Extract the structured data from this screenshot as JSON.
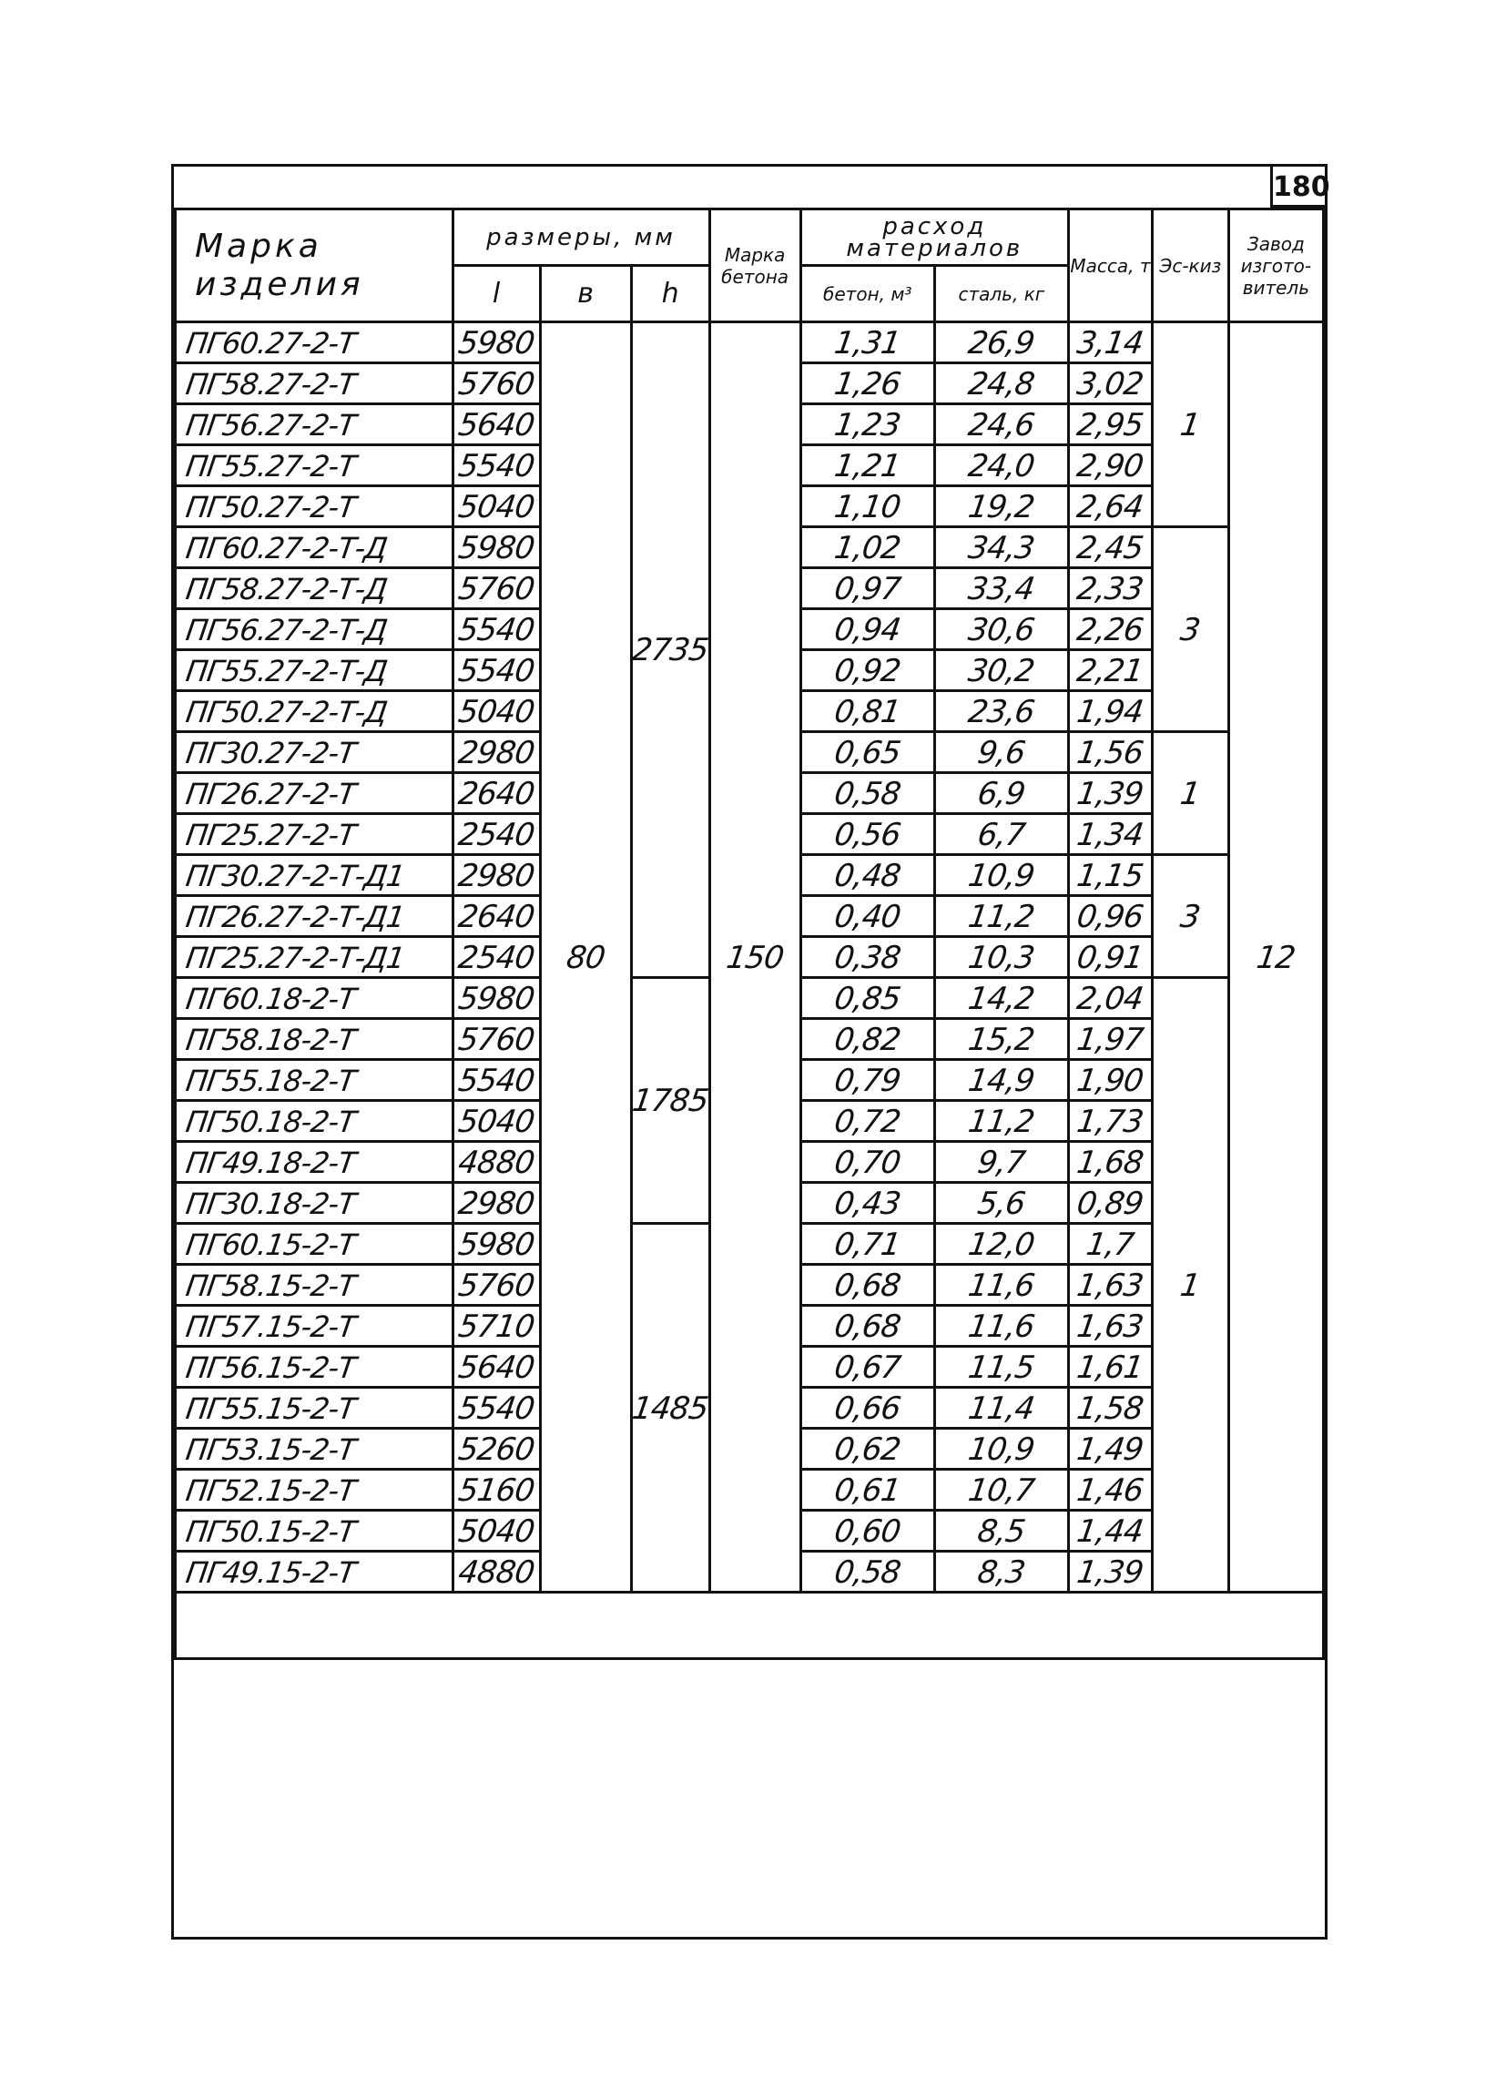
{
  "page_number": "180",
  "headers": {
    "mark": "Марка изделия",
    "dimensions": "размеры, мм",
    "dim_l": "l",
    "dim_b": "в",
    "dim_h": "h",
    "concrete_grade": "Марка бетона",
    "consumption": "расход материалов",
    "concrete": "бетон, м³",
    "steel": "сталь, кг",
    "mass": "Масса, т",
    "sketch": "Эс-киз",
    "factory": "Завод изгото-витель"
  },
  "merged": {
    "b_value": "80",
    "h_2735": "2735",
    "h_1785": "1785",
    "h_1485": "1485",
    "grade": "150",
    "sketch_1a": "1",
    "sketch_3a": "3",
    "sketch_1b": "1",
    "sketch_3b": "3",
    "sketch_1c": "1",
    "factory": "12"
  },
  "rows": [
    {
      "mark": "ПГ60.27-2-Т",
      "l": "5980",
      "concrete": "1,31",
      "steel": "26,9",
      "mass": "3,14"
    },
    {
      "mark": "ПГ58.27-2-Т",
      "l": "5760",
      "concrete": "1,26",
      "steel": "24,8",
      "mass": "3,02"
    },
    {
      "mark": "ПГ56.27-2-Т",
      "l": "5640",
      "concrete": "1,23",
      "steel": "24,6",
      "mass": "2,95"
    },
    {
      "mark": "ПГ55.27-2-Т",
      "l": "5540",
      "concrete": "1,21",
      "steel": "24,0",
      "mass": "2,90"
    },
    {
      "mark": "ПГ50.27-2-Т",
      "l": "5040",
      "concrete": "1,10",
      "steel": "19,2",
      "mass": "2,64"
    },
    {
      "mark": "ПГ60.27-2-Т-Д",
      "l": "5980",
      "concrete": "1,02",
      "steel": "34,3",
      "mass": "2,45"
    },
    {
      "mark": "ПГ58.27-2-Т-Д",
      "l": "5760",
      "concrete": "0,97",
      "steel": "33,4",
      "mass": "2,33"
    },
    {
      "mark": "ПГ56.27-2-Т-Д",
      "l": "5540",
      "concrete": "0,94",
      "steel": "30,6",
      "mass": "2,26"
    },
    {
      "mark": "ПГ55.27-2-Т-Д",
      "l": "5540",
      "concrete": "0,92",
      "steel": "30,2",
      "mass": "2,21"
    },
    {
      "mark": "ПГ50.27-2-Т-Д",
      "l": "5040",
      "concrete": "0,81",
      "steel": "23,6",
      "mass": "1,94"
    },
    {
      "mark": "ПГ30.27-2-Т",
      "l": "2980",
      "concrete": "0,65",
      "steel": "9,6",
      "mass": "1,56"
    },
    {
      "mark": "ПГ26.27-2-Т",
      "l": "2640",
      "concrete": "0,58",
      "steel": "6,9",
      "mass": "1,39"
    },
    {
      "mark": "ПГ25.27-2-Т",
      "l": "2540",
      "concrete": "0,56",
      "steel": "6,7",
      "mass": "1,34"
    },
    {
      "mark": "ПГ30.27-2-Т-Д1",
      "l": "2980",
      "concrete": "0,48",
      "steel": "10,9",
      "mass": "1,15"
    },
    {
      "mark": "ПГ26.27-2-Т-Д1",
      "l": "2640",
      "concrete": "0,40",
      "steel": "11,2",
      "mass": "0,96"
    },
    {
      "mark": "ПГ25.27-2-Т-Д1",
      "l": "2540",
      "concrete": "0,38",
      "steel": "10,3",
      "mass": "0,91"
    },
    {
      "mark": "ПГ60.18-2-Т",
      "l": "5980",
      "concrete": "0,85",
      "steel": "14,2",
      "mass": "2,04"
    },
    {
      "mark": "ПГ58.18-2-Т",
      "l": "5760",
      "concrete": "0,82",
      "steel": "15,2",
      "mass": "1,97"
    },
    {
      "mark": "ПГ55.18-2-Т",
      "l": "5540",
      "concrete": "0,79",
      "steel": "14,9",
      "mass": "1,90"
    },
    {
      "mark": "ПГ50.18-2-Т",
      "l": "5040",
      "concrete": "0,72",
      "steel": "11,2",
      "mass": "1,73"
    },
    {
      "mark": "ПГ49.18-2-Т",
      "l": "4880",
      "concrete": "0,70",
      "steel": "9,7",
      "mass": "1,68"
    },
    {
      "mark": "ПГ30.18-2-Т",
      "l": "2980",
      "concrete": "0,43",
      "steel": "5,6",
      "mass": "0,89"
    },
    {
      "mark": "ПГ60.15-2-Т",
      "l": "5980",
      "concrete": "0,71",
      "steel": "12,0",
      "mass": "1,7"
    },
    {
      "mark": "ПГ58.15-2-Т",
      "l": "5760",
      "concrete": "0,68",
      "steel": "11,6",
      "mass": "1,63"
    },
    {
      "mark": "ПГ57.15-2-Т",
      "l": "5710",
      "concrete": "0,68",
      "steel": "11,6",
      "mass": "1,63"
    },
    {
      "mark": "ПГ56.15-2-Т",
      "l": "5640",
      "concrete": "0,67",
      "steel": "11,5",
      "mass": "1,61"
    },
    {
      "mark": "ПГ55.15-2-Т",
      "l": "5540",
      "concrete": "0,66",
      "steel": "11,4",
      "mass": "1,58"
    },
    {
      "mark": "ПГ53.15-2-Т",
      "l": "5260",
      "concrete": "0,62",
      "steel": "10,9",
      "mass": "1,49"
    },
    {
      "mark": "ПГ52.15-2-Т",
      "l": "5160",
      "concrete": "0,61",
      "steel": "10,7",
      "mass": "1,46"
    },
    {
      "mark": "ПГ50.15-2-Т",
      "l": "5040",
      "concrete": "0,60",
      "steel": "8,5",
      "mass": "1,44"
    },
    {
      "mark": "ПГ49.15-2-Т",
      "l": "4880",
      "concrete": "0,58",
      "steel": "8,3",
      "mass": "1,39"
    }
  ]
}
